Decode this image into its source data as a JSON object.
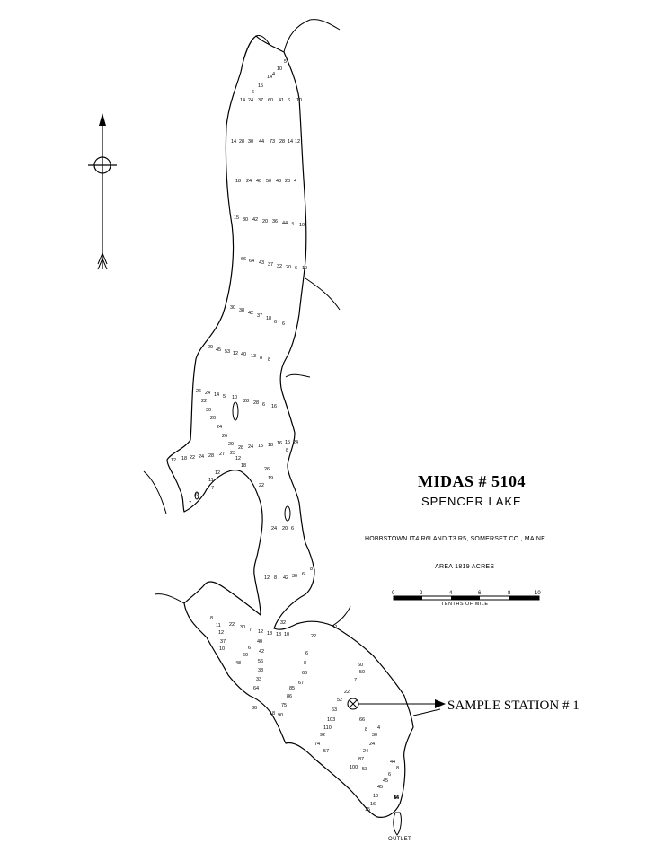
{
  "map": {
    "title": "MIDAS # 5104",
    "lake_name": "SPENCER LAKE",
    "township": "HOBBSTOWN IT4 R6I AND T3 R5, SOMERSET CO., MAINE",
    "area": "AREA 1819 ACRES",
    "scale": {
      "ticks": [
        "0",
        "2",
        "4",
        "6",
        "8",
        "10"
      ],
      "caption": "TENTHS OF MILE"
    },
    "station_label": "SAMPLE STATION # 1",
    "outlet_label": "OUTLET",
    "north_arrow_icon": "north-arrow-icon",
    "station_icon": "circled-x-marker-icon",
    "depth_soundings": [
      "5",
      "10",
      "4",
      "14",
      "15",
      "6",
      "14",
      "24",
      "37",
      "60",
      "41",
      "6",
      "10",
      "14",
      "28",
      "30",
      "44",
      "73",
      "28",
      "14",
      "12",
      "18",
      "24",
      "40",
      "50",
      "48",
      "28",
      "4",
      "15",
      "30",
      "42",
      "20",
      "36",
      "44",
      "4",
      "10",
      "66",
      "64",
      "43",
      "37",
      "32",
      "20",
      "6",
      "10",
      "30",
      "38",
      "42",
      "37",
      "18",
      "6",
      "6",
      "29",
      "45",
      "53",
      "12",
      "40",
      "13",
      "8",
      "8",
      "26",
      "24",
      "14",
      "5",
      "10",
      "28",
      "28",
      "6",
      "16",
      "22",
      "30",
      "20",
      "24",
      "26",
      "29",
      "28",
      "24",
      "15",
      "18",
      "16",
      "15",
      "24",
      "8",
      "12",
      "18",
      "22",
      "24",
      "28",
      "27",
      "23",
      "12",
      "18",
      "26",
      "19",
      "22",
      "12",
      "11",
      "7",
      "6",
      "7",
      "24",
      "20",
      "6",
      "8",
      "12",
      "8",
      "42",
      "30",
      "6",
      "8",
      "11",
      "12",
      "22",
      "30",
      "7",
      "12",
      "18",
      "13",
      "10",
      "32",
      "11",
      "22",
      "37",
      "10",
      "6",
      "40",
      "42",
      "56",
      "60",
      "38",
      "48",
      "33",
      "64",
      "36",
      "18",
      "6",
      "8",
      "66",
      "67",
      "85",
      "86",
      "75",
      "90",
      "60",
      "50",
      "7",
      "22",
      "52",
      "63",
      "103",
      "110",
      "92",
      "74",
      "57",
      "66",
      "8",
      "4",
      "30",
      "24",
      "24",
      "87",
      "100",
      "53",
      "44",
      "8",
      "6",
      "45",
      "45",
      "10",
      "15",
      "16",
      "64",
      "4",
      "36",
      "14"
    ]
  }
}
